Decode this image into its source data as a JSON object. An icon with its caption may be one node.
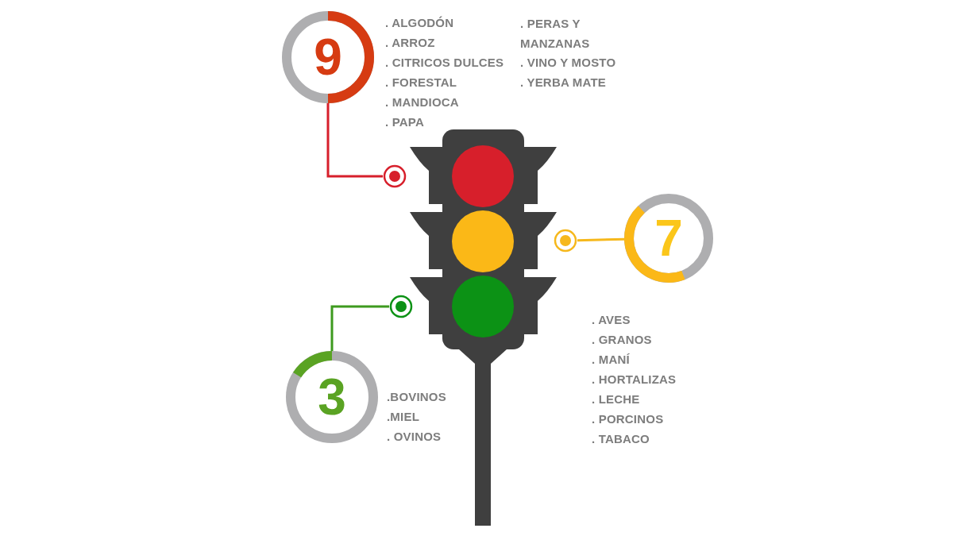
{
  "diagram": {
    "nodes": [
      {
        "text": [
          "9"
        ],
        "beside": [
          ". ALGODÓN",
          ". ARROZ",
          ". CITRICOS DULCES",
          ". FORESTAL",
          ". MANDIOCA",
          ". PAPA",
          ". PERAS Y MANZANAS",
          ". VINO Y MOSTO",
          ". YERBA MATE"
        ]
      },
      {
        "text": [],
        "shape": "circle"
      },
      {
        "text": [],
        "shape": "circle"
      },
      {
        "text": [
          "7"
        ],
        "beside": [
          ". AVES",
          ". GRANOS",
          ". MANÍ",
          ". HORTALIZAS",
          ". LECHE",
          ". PORCINOS",
          ". TABACO"
        ]
      },
      {
        "text": [],
        "shape": "circle"
      },
      {
        "text": [
          "3"
        ],
        "beside": [
          ".BOVINOS",
          ".MIEL",
          ". OVINOS"
        ]
      }
    ],
    "edges": [
      {
        "from": 0,
        "to": 1,
        "arrow": "none",
        "color": "#d71f2b"
      },
      {
        "from": 3,
        "to": 2,
        "arrow": "none",
        "color": "#f6b81c"
      },
      {
        "from": 5,
        "to": 4,
        "arrow": "none",
        "color": "#3d9a1e"
      }
    ]
  }
}
